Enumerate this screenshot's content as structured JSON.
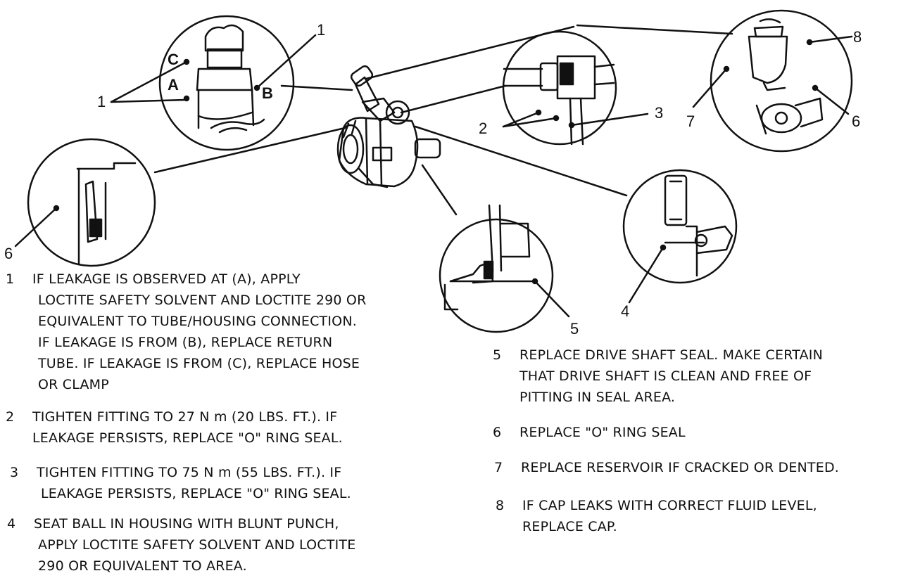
{
  "callouts": {
    "c1": "1",
    "c1b": "1",
    "c2": "2",
    "c3": "3",
    "c4": "4",
    "c5": "5",
    "c6a": "6",
    "c6b": "6",
    "c7": "7",
    "c8": "8",
    "letter_a": "A",
    "letter_b": "B",
    "letter_c": "C"
  },
  "notes": [
    {
      "number": "1",
      "lines": [
        "IF LEAKAGE IS OBSERVED AT (A), APPLY",
        "LOCTITE SAFETY SOLVENT AND LOCTITE 290 OR",
        "EQUIVALENT TO TUBE/HOUSING CONNECTION.",
        "IF LEAKAGE IS FROM (B), REPLACE RETURN",
        "TUBE. IF LEAKAGE IS FROM (C), REPLACE HOSE",
        "OR CLAMP"
      ]
    },
    {
      "number": "2",
      "lines": [
        "TIGHTEN FITTING TO 27 N m (20 LBS. FT.). IF",
        "LEAKAGE PERSISTS, REPLACE \"O\" RING SEAL."
      ]
    },
    {
      "number": "3",
      "lines": [
        "TIGHTEN FITTING TO 75 N m (55 LBS. FT.). IF",
        "LEAKAGE PERSISTS, REPLACE \"O\" RING SEAL."
      ]
    },
    {
      "number": "4",
      "lines": [
        "SEAT BALL IN HOUSING WITH BLUNT PUNCH,",
        "APPLY LOCTITE SAFETY SOLVENT AND LOCTITE",
        "290 OR EQUIVALENT TO AREA."
      ]
    },
    {
      "number": "5",
      "lines": [
        "REPLACE DRIVE SHAFT SEAL. MAKE CERTAIN",
        "THAT DRIVE SHAFT IS CLEAN AND FREE OF",
        "PITTING IN SEAL AREA."
      ]
    },
    {
      "number": "6",
      "lines": [
        "REPLACE \"O\" RING SEAL"
      ]
    },
    {
      "number": "7",
      "lines": [
        "REPLACE RESERVOIR IF CRACKED OR DENTED."
      ]
    },
    {
      "number": "8",
      "lines": [
        "IF CAP LEAKS WITH CORRECT FLUID LEVEL,",
        "REPLACE CAP."
      ]
    }
  ]
}
